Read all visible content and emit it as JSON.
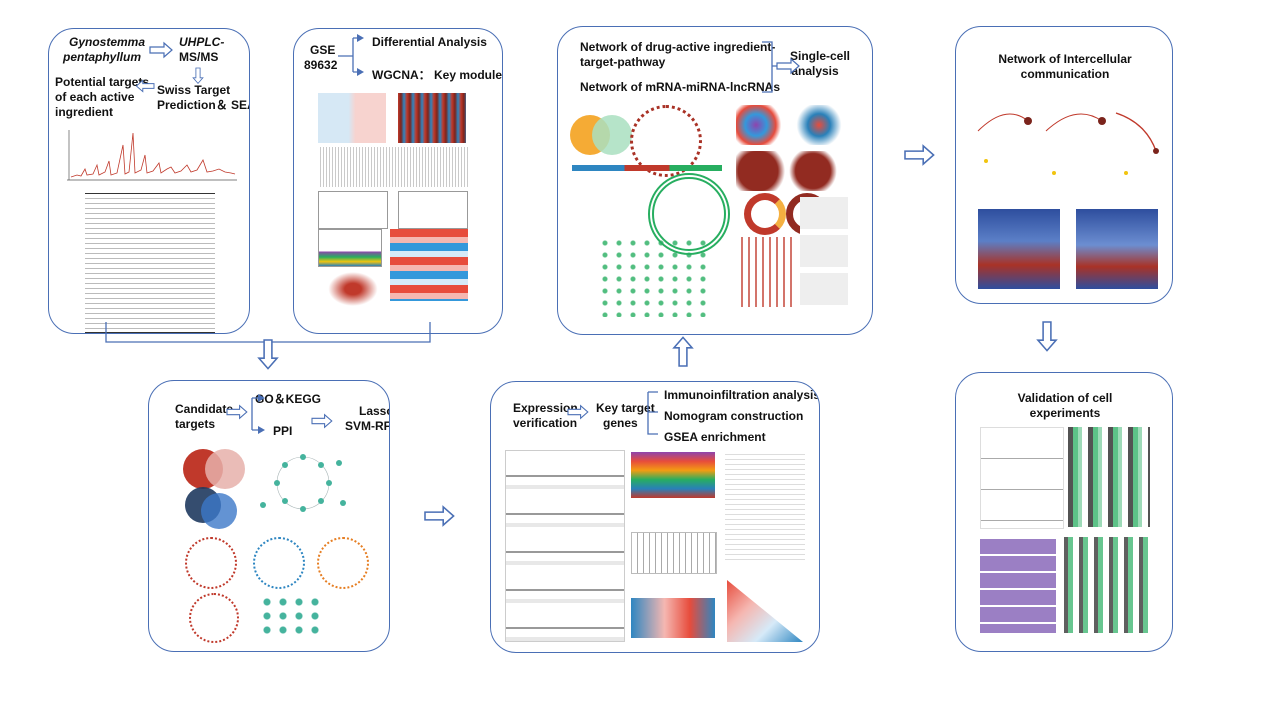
{
  "colors": {
    "border": "#4a6fb5",
    "arrow": "#4a6fb5"
  },
  "panel1": {
    "source_line1": "Gynostemma",
    "source_line2": "pentaphyllum",
    "uhplc_line1": "UHPLC-",
    "uhplc_line2": "MS/MS",
    "swiss_line1": "Swiss Target",
    "swiss_line2": "Prediction＆ SEA",
    "targets_line1": "Potential targets",
    "targets_line2": "of each active",
    "targets_line3": "ingredient"
  },
  "panel2": {
    "gse_line1": "GSE",
    "gse_line2": "89632",
    "diff": "Differential Analysis",
    "wgcna": "WGCNA： Key modules"
  },
  "panel3": {
    "net1_line1": "Network of drug-active ingredient-",
    "net1_line2": "target-pathway",
    "net2": "Network of mRNA-miRNA-lncRNAs",
    "sc_line1": "Single-cell",
    "sc_line2": "analysis"
  },
  "panel4": {
    "title_line1": "Network of Intercellular",
    "title_line2": "communication"
  },
  "panel5": {
    "cand_line1": "Candidate",
    "cand_line2": "targets",
    "go": "GO＆KEGG",
    "ppi": "PPI",
    "lasso_line1": "Lasso",
    "lasso_line2": "SVM-RFE"
  },
  "panel6": {
    "expr_line1": "Expression",
    "expr_line2": "verification",
    "key_line1": "Key target",
    "key_line2": "genes",
    "immuno": "Immunoinfiltration analysis",
    "nomo": "Nomogram construction",
    "gsea": "GSEA enrichment"
  },
  "panel7": {
    "title_line1": "Validation of cell",
    "title_line2": "experiments"
  }
}
